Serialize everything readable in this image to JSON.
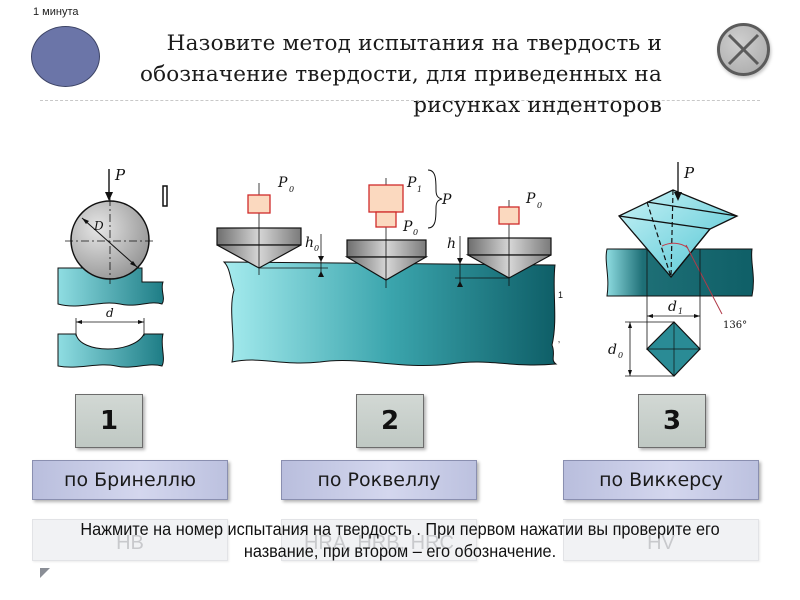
{
  "timer": {
    "label": "1 минута"
  },
  "title": "Назовите метод испытания на твердость и обозначение твердости, для приведенных на рисунках инденторов",
  "close_button": {
    "icon": "close-x-icon"
  },
  "figures": {
    "brinell": {
      "force_label": "P",
      "ball_diameter_label": "D",
      "imprint_diameter_label": "d"
    },
    "rockwell": {
      "preload_label_left": "P",
      "preload_label_left_sub": "0",
      "depth_label_initial": "h",
      "depth_label_initial_sub": "0",
      "main_load_label": "P",
      "main_load_label_sub": "1",
      "preload_label_mid": "P",
      "preload_label_mid_sub": "0",
      "total_load_label": "P",
      "depth_label": "h",
      "preload_label_right": "P",
      "preload_label_right_sub": "0"
    },
    "vickers": {
      "force_label": "P",
      "diagonal_label_1": "d",
      "diagonal_label_1_sub": "1",
      "diagonal_label_0": "d",
      "diagonal_label_0_sub": "0",
      "angle_label": "136°"
    }
  },
  "tests": [
    {
      "number": "1",
      "name": "по Бринеллю",
      "designation": "HB"
    },
    {
      "number": "2",
      "name": "по Роквеллу",
      "designation": "HRA, HRB, HRC"
    },
    {
      "number": "3",
      "name": "по Виккерсу",
      "designation": "HV"
    }
  ],
  "instruction": "Нажмите на номер испытания на твердость . При первом нажатии вы проверите его название, при втором – его обозначение."
}
